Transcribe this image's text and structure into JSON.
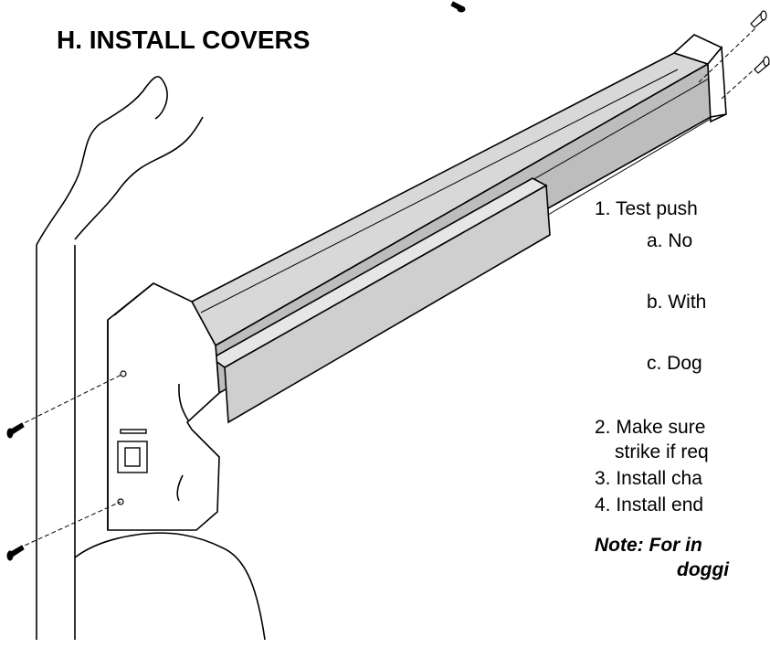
{
  "heading": "H. INSTALL COVERS",
  "steps": {
    "s1": "1. Test push",
    "s1a": "a. No",
    "s1b": "b. With",
    "s1c": "c. Dog",
    "s2_line1": "2. Make sure",
    "s2_line2": "strike if req",
    "s3": "3. Install cha",
    "s4": "4. Install end"
  },
  "note": {
    "line1": "Note: For in",
    "line2": "doggi"
  },
  "colors": {
    "ink": "#000000",
    "paper": "#ffffff",
    "rail_shade": "#bdbdbd"
  }
}
